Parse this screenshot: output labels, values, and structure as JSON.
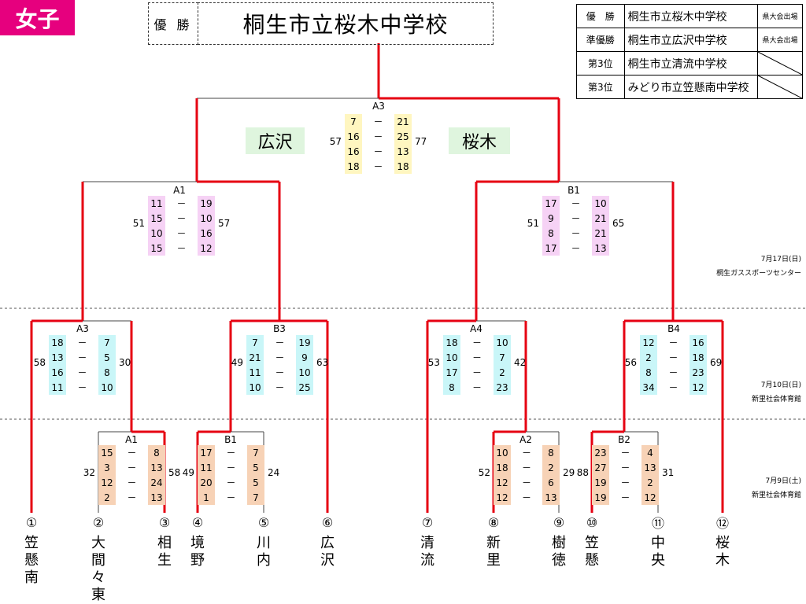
{
  "badge": "女子",
  "champion": {
    "label": "優 勝",
    "name": "桐生市立桜木中学校"
  },
  "results": [
    {
      "rank": "優　勝",
      "school": "桐生市立桜木中学校",
      "note": "県大会出場"
    },
    {
      "rank": "準優勝",
      "school": "桐生市立広沢中学校",
      "note": "県大会出場"
    },
    {
      "rank": "第3位",
      "school": "桐生市立清流中学校",
      "note": ""
    },
    {
      "rank": "第3位",
      "school": "みどり市立笠懸南中学校",
      "note": ""
    }
  ],
  "final": {
    "label": "A3",
    "left_team": "広沢",
    "right_team": "桜木",
    "left_sets": [
      "7",
      "16",
      "16",
      "18"
    ],
    "right_sets": [
      "21",
      "25",
      "13",
      "18"
    ],
    "left_total": "57",
    "right_total": "77"
  },
  "semis": [
    {
      "label": "A1",
      "left_sets": [
        "11",
        "15",
        "10",
        "15"
      ],
      "right_sets": [
        "19",
        "10",
        "16",
        "12"
      ],
      "left_total": "51",
      "right_total": "57"
    },
    {
      "label": "B1",
      "left_sets": [
        "17",
        "9",
        "8",
        "17"
      ],
      "right_sets": [
        "10",
        "21",
        "21",
        "13"
      ],
      "left_total": "51",
      "right_total": "65"
    }
  ],
  "quarters": [
    {
      "label": "A3",
      "left_sets": [
        "18",
        "13",
        "16",
        "11"
      ],
      "right_sets": [
        "7",
        "5",
        "8",
        "10"
      ],
      "left_total": "58",
      "right_total": "30"
    },
    {
      "label": "B3",
      "left_sets": [
        "7",
        "21",
        "11",
        "10"
      ],
      "right_sets": [
        "19",
        "9",
        "10",
        "25"
      ],
      "left_total": "49",
      "right_total": "63"
    },
    {
      "label": "A4",
      "left_sets": [
        "18",
        "10",
        "17",
        "8"
      ],
      "right_sets": [
        "10",
        "7",
        "2",
        "23"
      ],
      "left_total": "53",
      "right_total": "42"
    },
    {
      "label": "B4",
      "left_sets": [
        "12",
        "2",
        "8",
        "34"
      ],
      "right_sets": [
        "16",
        "18",
        "23",
        "12"
      ],
      "left_total": "56",
      "right_total": "69"
    }
  ],
  "firsts": [
    {
      "label": "A1",
      "left_sets": [
        "15",
        "3",
        "12",
        "2"
      ],
      "right_sets": [
        "8",
        "13",
        "24",
        "13"
      ],
      "left_total": "32",
      "right_total": "58"
    },
    {
      "label": "B1",
      "left_sets": [
        "17",
        "11",
        "20",
        "1"
      ],
      "right_sets": [
        "7",
        "5",
        "5",
        "7"
      ],
      "left_total": "49",
      "right_total": "24"
    },
    {
      "label": "A2",
      "left_sets": [
        "10",
        "18",
        "12",
        "12"
      ],
      "right_sets": [
        "8",
        "2",
        "6",
        "13"
      ],
      "left_total": "52",
      "right_total": "29"
    },
    {
      "label": "B2",
      "left_sets": [
        "23",
        "27",
        "19",
        "19"
      ],
      "right_sets": [
        "4",
        "13",
        "2",
        "12"
      ],
      "left_total": "88",
      "right_total": "31"
    }
  ],
  "dash": "－",
  "venues": [
    {
      "date": "7月17日(日)",
      "place": "桐生ガススポーツセンター"
    },
    {
      "date": "7月10日(日)",
      "place": "新里社会体育館"
    },
    {
      "date": "7月9日(土)",
      "place": "新里社会体育館"
    }
  ],
  "teams": [
    {
      "num": "①",
      "name": "笠懸南"
    },
    {
      "num": "②",
      "name": "大間々東"
    },
    {
      "num": "③",
      "name": "相生"
    },
    {
      "num": "④",
      "name": "境野"
    },
    {
      "num": "⑤",
      "name": "川内"
    },
    {
      "num": "⑥",
      "name": "広沢"
    },
    {
      "num": "⑦",
      "name": "清流"
    },
    {
      "num": "⑧",
      "name": "新里"
    },
    {
      "num": "⑨",
      "name": "樹徳"
    },
    {
      "num": "⑩",
      "name": "笠懸"
    },
    {
      "num": "⑪",
      "name": "中央"
    },
    {
      "num": "⑫",
      "name": "桜木"
    }
  ],
  "colors": {
    "badge": "#e6007e",
    "win_line": "#e60012",
    "final_sets": "#fff6c0",
    "semi_sets": "#f6d2f5",
    "quarter_sets": "#c9f6f8",
    "first_sets": "#f7d2b6",
    "team_box": "#dff5de"
  }
}
